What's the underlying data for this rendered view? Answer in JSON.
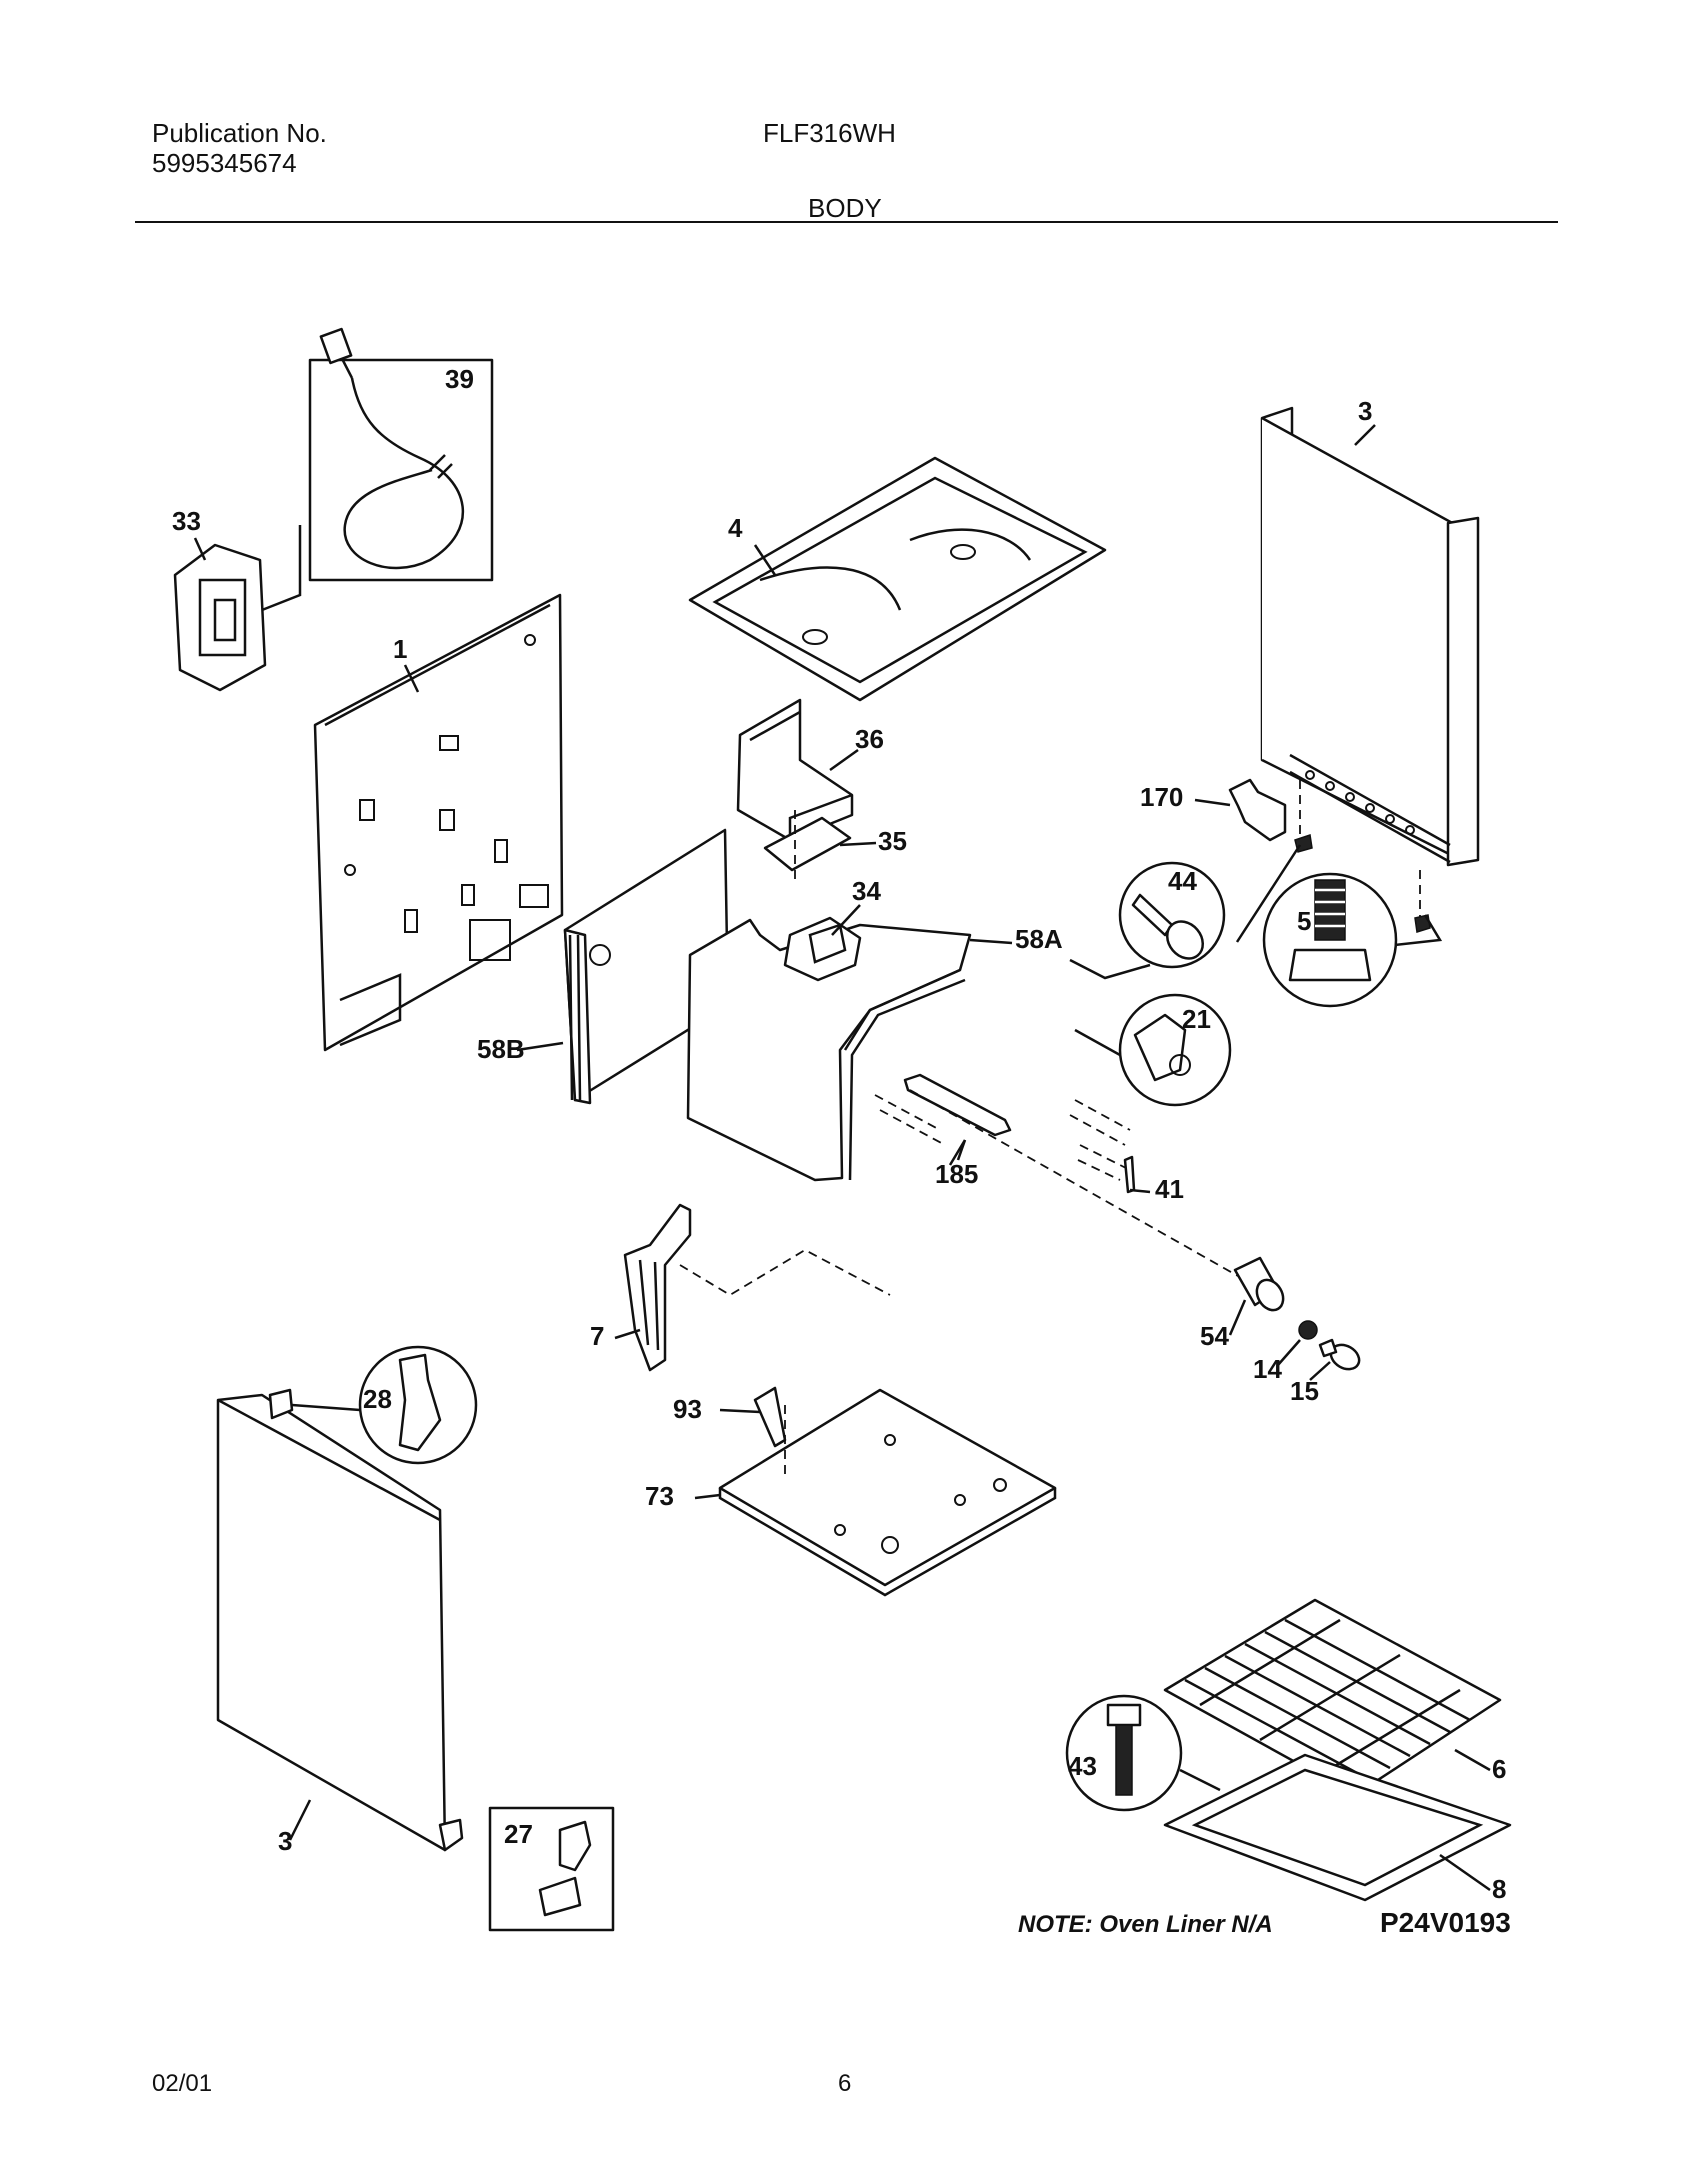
{
  "header": {
    "publication_label": "Publication No.",
    "publication_number": "5995345674",
    "model": "FLF316WH",
    "section": "BODY"
  },
  "callouts": {
    "c39": "39",
    "c33": "33",
    "c4": "4",
    "c3_top": "3",
    "c1": "1",
    "c36": "36",
    "c35": "35",
    "c34": "34",
    "c58A": "58A",
    "c58B": "58B",
    "c170": "170",
    "c44": "44",
    "c5": "5",
    "c21": "21",
    "c185": "185",
    "c41": "41",
    "c7": "7",
    "c54": "54",
    "c14": "14",
    "c15": "15",
    "c28": "28",
    "c93": "93",
    "c73": "73",
    "c3_bottom": "3",
    "c27": "27",
    "c43": "43",
    "c6": "6",
    "c8": "8"
  },
  "note": "NOTE: Oven Liner N/A",
  "diagram_code": "P24V0193",
  "footer": {
    "date": "02/01",
    "page": "6"
  }
}
